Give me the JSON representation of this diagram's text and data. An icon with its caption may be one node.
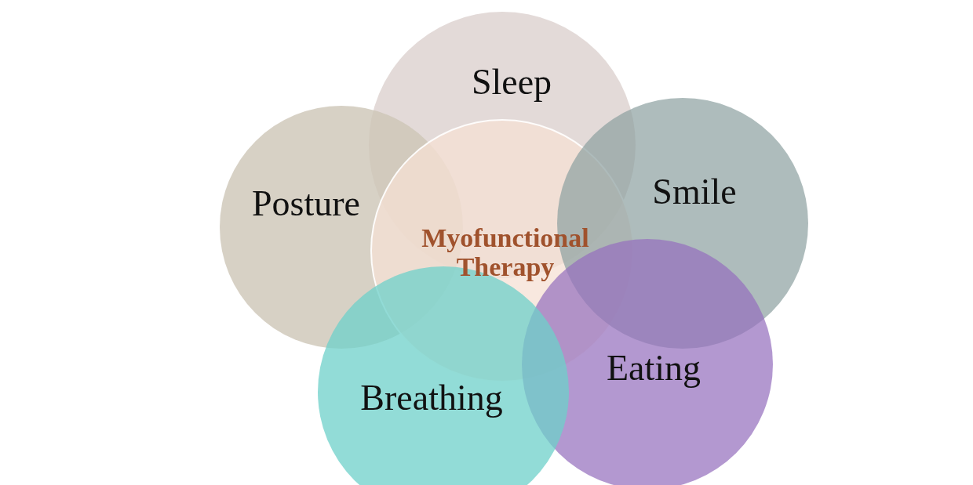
{
  "diagram": {
    "nodes": [
      {
        "text": [
          "Sleep"
        ]
      },
      {
        "text": [
          "Posture"
        ]
      },
      {
        "text": [
          "Myofunctional Therapy"
        ]
      },
      {
        "text": [
          "Smile"
        ]
      },
      {
        "text": [
          "Eating"
        ]
      },
      {
        "text": [
          "Breathing"
        ]
      }
    ]
  }
}
